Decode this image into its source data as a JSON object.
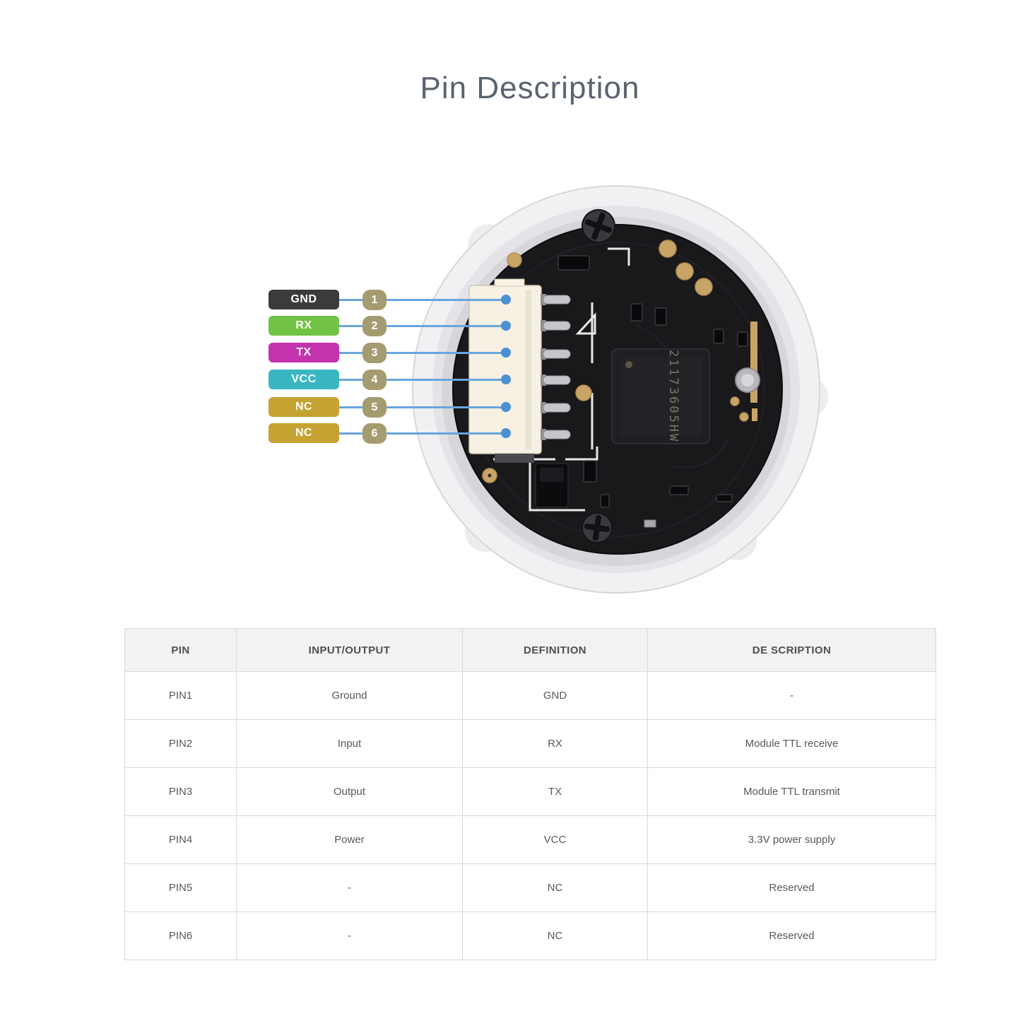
{
  "page": {
    "title": "Pin Description"
  },
  "diagram": {
    "pins": [
      {
        "number": "1",
        "label": "GND",
        "color": "#3b3b3d"
      },
      {
        "number": "2",
        "label": "RX",
        "color": "#71c245"
      },
      {
        "number": "3",
        "label": "TX",
        "color": "#c233ad"
      },
      {
        "number": "4",
        "label": "VCC",
        "color": "#3ab6c2"
      },
      {
        "number": "5",
        "label": "NC",
        "color": "#c6a233"
      },
      {
        "number": "6",
        "label": "NC",
        "color": "#c6a233"
      }
    ],
    "number_badge_color": "#a49b70",
    "callout_line_color": "#69a5dc",
    "callout_dot_color": "#4a90d2",
    "chip_marking": "21173605HW"
  },
  "table": {
    "headers": [
      "PIN",
      "INPUT/OUTPUT",
      "DEFINITION",
      "DE SCRIPTION"
    ],
    "rows": [
      [
        "PIN1",
        "Ground",
        "GND",
        "-"
      ],
      [
        "PIN2",
        "Input",
        "RX",
        "Module TTL receive"
      ],
      [
        "PIN3",
        "Output",
        "TX",
        "Module TTL transmit"
      ],
      [
        "PIN4",
        "Power",
        "VCC",
        "3.3V power supply"
      ],
      [
        "PIN5",
        "-",
        "NC",
        "Reserved"
      ],
      [
        "PIN6",
        "-",
        "NC",
        "Reserved"
      ]
    ]
  }
}
